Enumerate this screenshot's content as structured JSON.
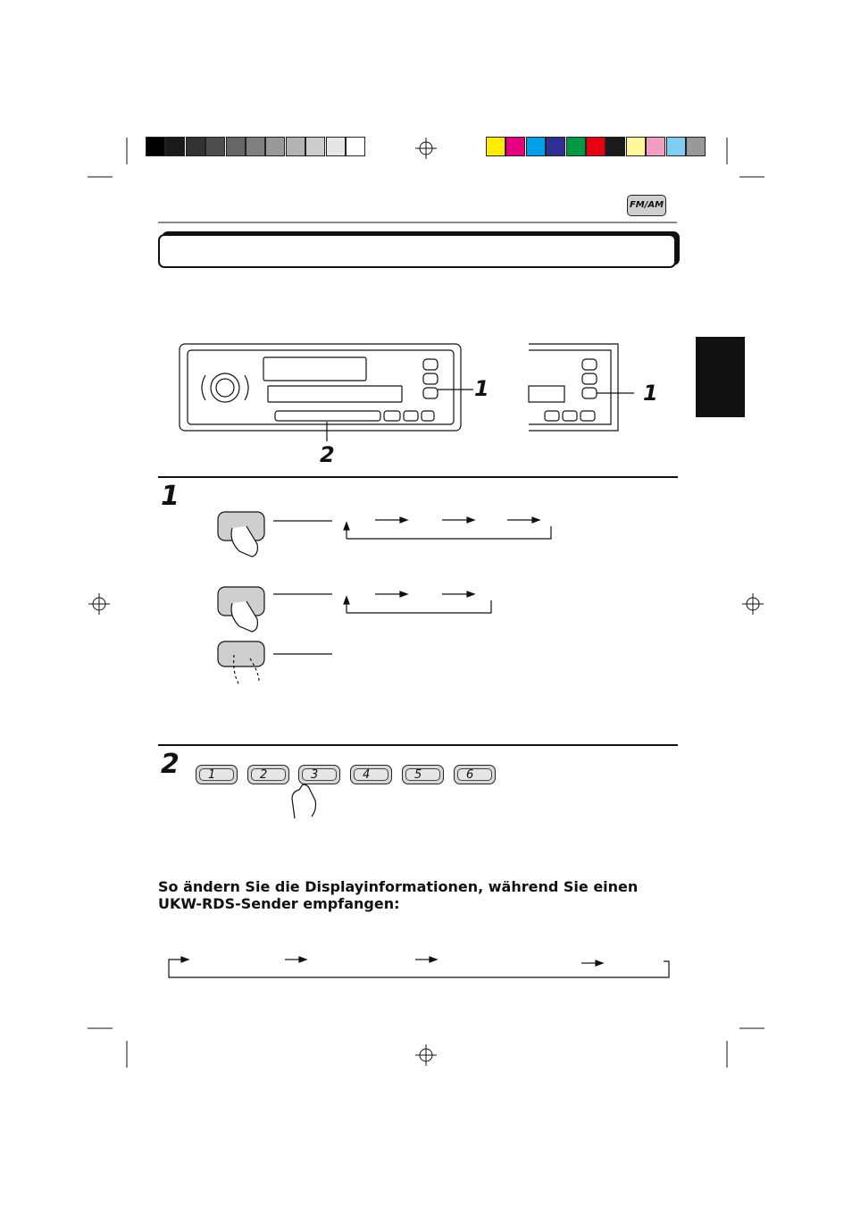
{
  "color_bar": {
    "grays": [
      "#000000",
      "#1a1a1a",
      "#333333",
      "#4d4d4d",
      "#666666",
      "#808080",
      "#999999",
      "#b3b3b3",
      "#cccccc",
      "#e6e6e6",
      "#ffffff"
    ],
    "colors": [
      "#ffee00",
      "#e6007e",
      "#00a0e9",
      "#2e3192",
      "#009944",
      "#e60012",
      "#1a1a1a",
      "#fff799",
      "#f19ec2",
      "#7ecef4",
      "#999999"
    ]
  },
  "header": {
    "mode_icon_label": "FM/AM"
  },
  "diagram": {
    "callout_1_left": "1",
    "callout_2": "2",
    "callout_1_right": "1"
  },
  "step1": {
    "number": "1"
  },
  "step2": {
    "number": "2",
    "preset_keys": [
      "1",
      "2",
      "3",
      "4",
      "5",
      "6"
    ]
  },
  "section": {
    "heading": "So ändern Sie die Displayinformationen, während Sie einen UKW-RDS-Sender empfangen:"
  }
}
